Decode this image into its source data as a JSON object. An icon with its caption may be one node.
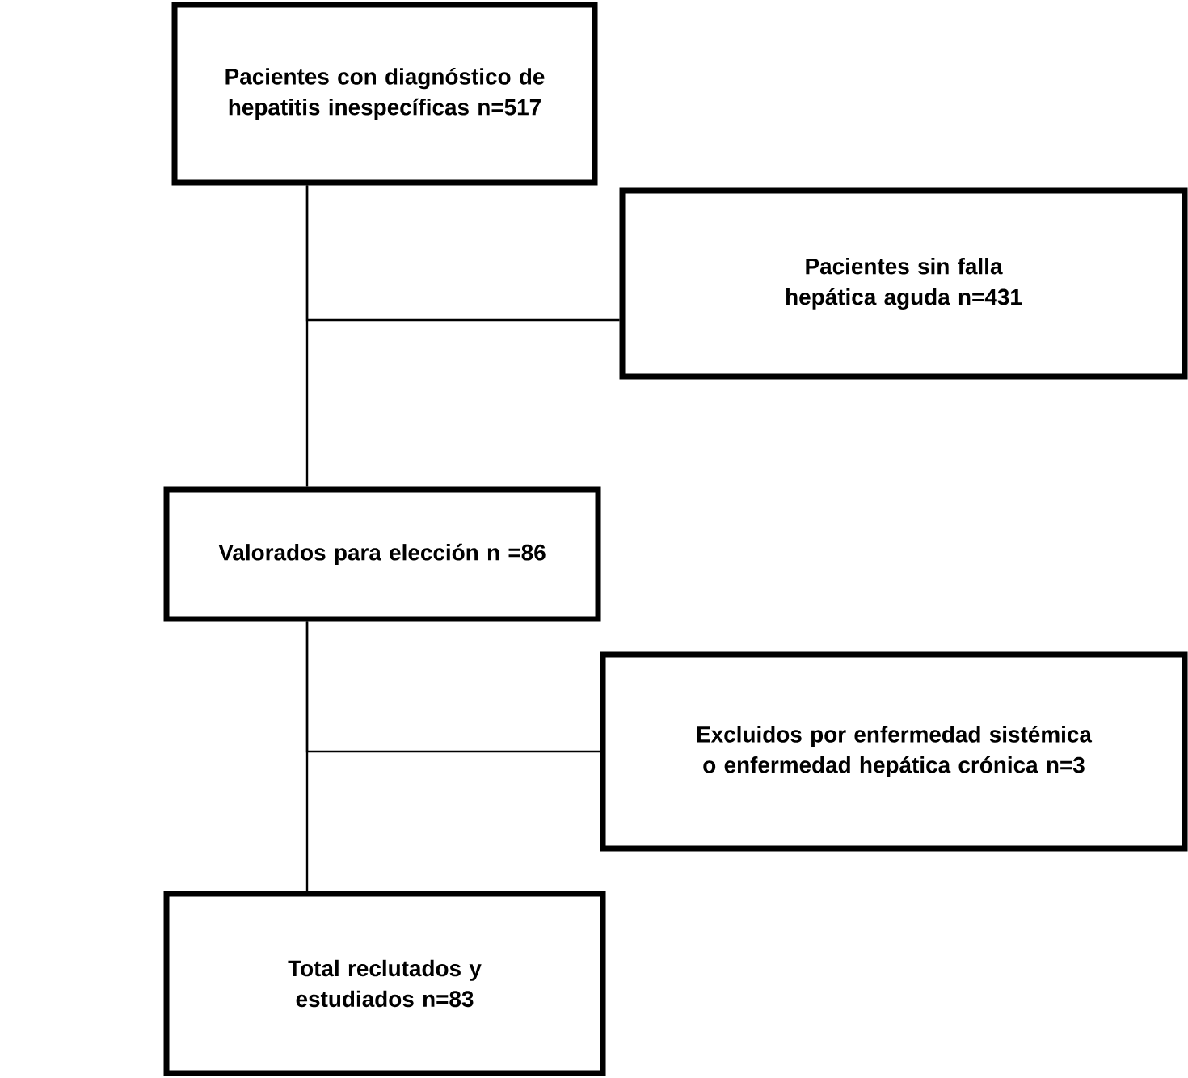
{
  "diagram": {
    "nodes": [
      {
        "text": [
          "Pacientes con diagnóstico de hepatitis inespecíficas n=517"
        ]
      },
      {
        "text": [
          "Pacientes sin falla hepática aguda n=431"
        ]
      },
      {
        "text": [
          "Valorados para elección n =86"
        ]
      },
      {
        "text": [
          "Excluidos por enfermedad sistémica o enfermedad hepática crónica n=3"
        ]
      },
      {
        "text": [
          "Total reclutados y estudiados n=83"
        ]
      }
    ],
    "edges": [
      {
        "from": 0,
        "to": 2,
        "arrow": "none"
      },
      {
        "from": 0,
        "to": 1,
        "arrow": "none"
      },
      {
        "from": 2,
        "to": 4,
        "arrow": "none"
      },
      {
        "from": 2,
        "to": 3,
        "arrow": "none"
      }
    ]
  }
}
